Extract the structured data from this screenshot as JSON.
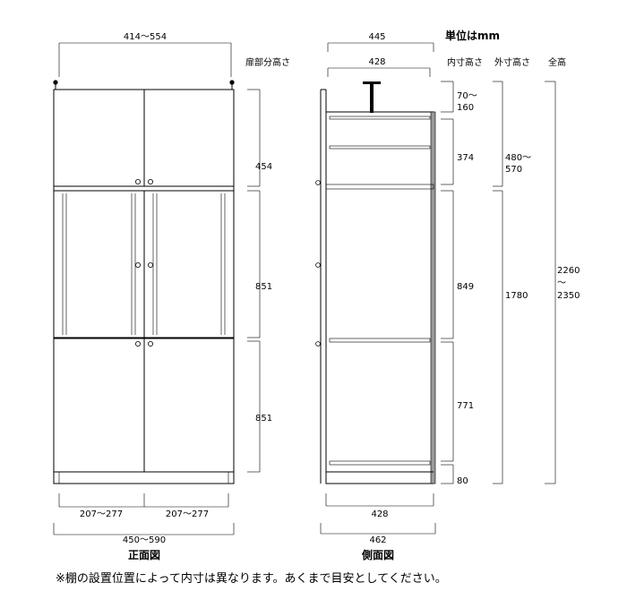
{
  "unit_note": "単位はmm",
  "headers": {
    "door_height": "扉部分高さ",
    "inner_height": "内寸高さ",
    "outer_height": "外寸高さ",
    "total_height": "全高"
  },
  "front": {
    "title": "正面図",
    "top_width": "414〜554",
    "door_left_width": "207〜277",
    "door_right_width": "207〜277",
    "total_width": "450〜590",
    "door_heights": [
      "454",
      "851",
      "851"
    ]
  },
  "side": {
    "title": "側面図",
    "top_depth_outer": "445",
    "top_depth_inner": "428",
    "bottom_depth_inner": "428",
    "bottom_depth_outer": "462",
    "inner_heights": [
      "70〜",
      "160",
      "374",
      "849",
      "771",
      "80"
    ],
    "outer_heights": [
      "480〜",
      "570",
      "1780"
    ],
    "total_height": [
      "2260",
      "〜",
      "2350"
    ]
  },
  "footnote": "※棚の設置位置によって内寸は異なります。あくまで目安としてください。"
}
